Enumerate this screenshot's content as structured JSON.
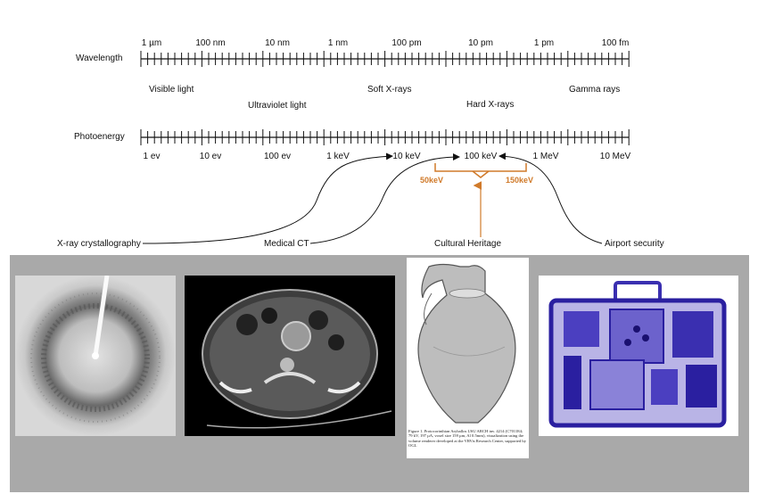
{
  "wavelength": {
    "name": "Wavelength",
    "ticks": [
      "1 µm",
      "100 nm",
      "10 nm",
      "1 nm",
      "100 pm",
      "10 pm",
      "1 pm",
      "100 fm"
    ]
  },
  "photoenergy": {
    "name": "Photoenergy",
    "ticks": [
      "1 ev",
      "10 ev",
      "100 ev",
      "1 keV",
      "10 keV",
      "100 keV",
      "1 MeV",
      "10 MeV"
    ]
  },
  "regions": {
    "visible": "Visible light",
    "uv": "Ultraviolet light",
    "soft_xray": "Soft X-rays",
    "hard_xray": "Hard X-rays",
    "gamma": "Gamma rays"
  },
  "range": {
    "low": "50keV",
    "high": "150keV"
  },
  "applications": {
    "crystallography": "X-ray crystallography",
    "medical_ct": "Medical CT",
    "cultural": "Cultural Heritage",
    "airport": "Airport security"
  },
  "figure_caption": "Figure 1. Protocorinthian Aryballos USU ARCH inv. 4214 (C701184; 79 kV, 197 µA, voxel size 159 µm, Al 0.5mm), visualization using the volume renderer developed at the VRVis Research Center, supported by OGL",
  "colors": {
    "accent": "#d07a2a",
    "xray_blue": "#2a1fa0"
  }
}
